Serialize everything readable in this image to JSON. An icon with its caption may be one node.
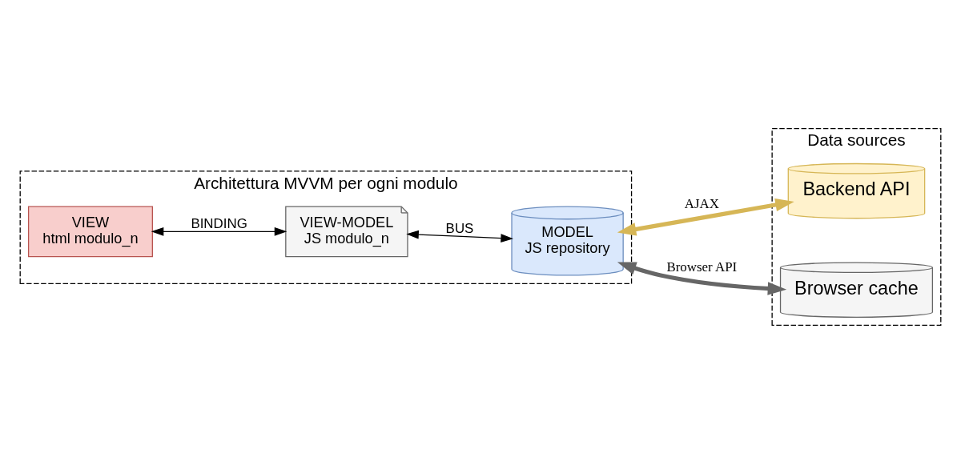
{
  "diagram": {
    "nodes": [
      {
        "text": [
          "Architettura MVVM per ogni modulo"
        ]
      },
      {
        "text": [
          "VIEW",
          "html modulo_n"
        ],
        "in": 0
      },
      {
        "text": [
          "VIEW-MODEL",
          "JS modulo_n"
        ],
        "in": 0
      },
      {
        "text": [
          "MODEL",
          "JS repository"
        ],
        "in": 0
      },
      {
        "text": [
          "Data sources"
        ]
      },
      {
        "text": [
          "Backend API"
        ],
        "in": 4
      },
      {
        "text": [
          "Browser cache"
        ],
        "in": 4
      }
    ],
    "edges": [
      {
        "from": 1,
        "to": 2,
        "arrow": "both",
        "label": "BINDING"
      },
      {
        "from": 2,
        "to": 3,
        "arrow": "both",
        "label": "BUS"
      },
      {
        "from": 3,
        "to": 5,
        "arrow": "both",
        "label": "AJAX",
        "style": "thick",
        "color": "#d6b656"
      },
      {
        "from": 3,
        "to": 6,
        "arrow": "both",
        "label": "Browser API",
        "style": "thick",
        "color": "#666666"
      }
    ]
  }
}
